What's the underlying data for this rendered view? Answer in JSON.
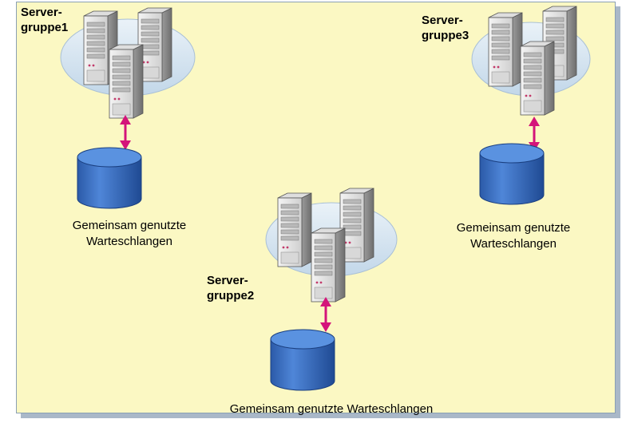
{
  "groups": [
    {
      "line1": "Server-",
      "line2": "gruppe1"
    },
    {
      "line1": "Server-",
      "line2": "gruppe2"
    },
    {
      "line1": "Server-",
      "line2": "gruppe3"
    }
  ],
  "queues": [
    {
      "line1": "Gemeinsam genutzte",
      "line2": "Warteschlangen"
    },
    {
      "text": "Gemeinsam genutzte Warteschlangen"
    },
    {
      "line1": "Gemeinsam genutzte",
      "line2": "Warteschlangen"
    }
  ],
  "colors": {
    "background": "#fbf8c3",
    "arrow": "#d4147a",
    "cylinder": "#3a6fc4",
    "ellipse": "#cfe0ee"
  }
}
